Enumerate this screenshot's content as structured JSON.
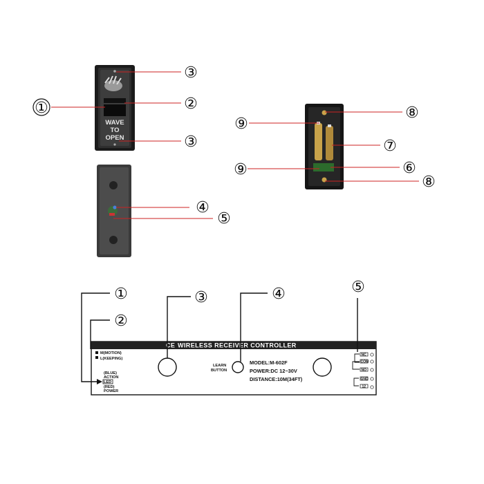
{
  "callouts_top": {
    "c1": "①",
    "c2": "②",
    "c3a": "③",
    "c3b": "③",
    "c4": "④",
    "c5": "⑤",
    "c6": "⑥",
    "c7": "⑦",
    "c8a": "⑧",
    "c8b": "⑧",
    "c9a": "⑨",
    "c9b": "⑨"
  },
  "callouts_bottom": {
    "c1": "①",
    "c2": "②",
    "c3": "③",
    "c4": "④",
    "c5": "⑤"
  },
  "button_panel": {
    "line1": "WAVE",
    "line2": "TO",
    "line3": "OPEN"
  },
  "receiver": {
    "title": "WIRELESS RECEIVER   CONTROLLER",
    "mode_motion": "M(MOTION)",
    "mode_keeping": "L(KEEPING)",
    "action_label_top": "(BLUE)",
    "action_label": "ACTION",
    "led_label": "LED",
    "power_label_top": "(RED)",
    "power_label": "POWER",
    "learn_line1": "LEARN",
    "learn_line2": "BUTTON",
    "model": "MODEL:M-602F",
    "power": "POWER:DC 12~30V",
    "distance": "DISTANCE:10M(34FT)",
    "terminals": [
      "NC",
      "COM",
      "NO",
      "GND",
      "12"
    ]
  },
  "colors": {
    "lead_line": "#cc2222",
    "device_body": "#1c1c1c",
    "bar": "#222222"
  }
}
